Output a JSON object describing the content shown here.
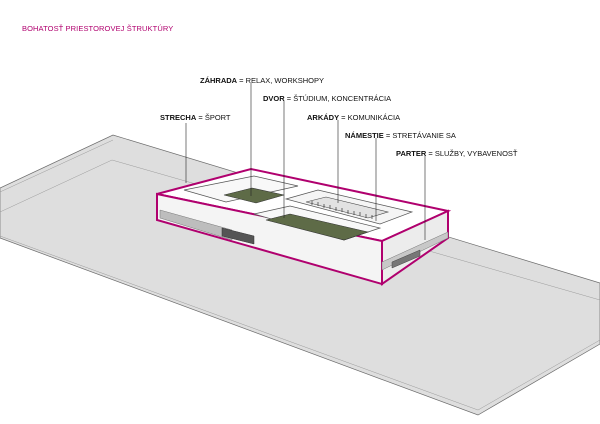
{
  "title": "BOHATOSŤ PRIESTOROVEJ ŠTRUKTÚRY",
  "accent_color": "#b0006e",
  "green_color": "#5e6b47",
  "labels": {
    "zahrada": {
      "term": "ZÁHRADA",
      "desc": " = RELAX, WORKSHOPY"
    },
    "dvor": {
      "term": "DVOR",
      "desc": " = ŠTÚDIUM, KONCENTRÁCIA"
    },
    "strecha": {
      "term": "STRECHA",
      "desc": " = ŠPORT"
    },
    "arkady": {
      "term": "ARKÁDY",
      "desc": " = KOMUNIKÁCIA"
    },
    "namestie": {
      "term": "NÁMESTIE",
      "desc": " = STRETÁVANIE SA"
    },
    "parter": {
      "term": "PARTER",
      "desc": " = SLUŽBY,  VYBAVENOSŤ"
    }
  }
}
